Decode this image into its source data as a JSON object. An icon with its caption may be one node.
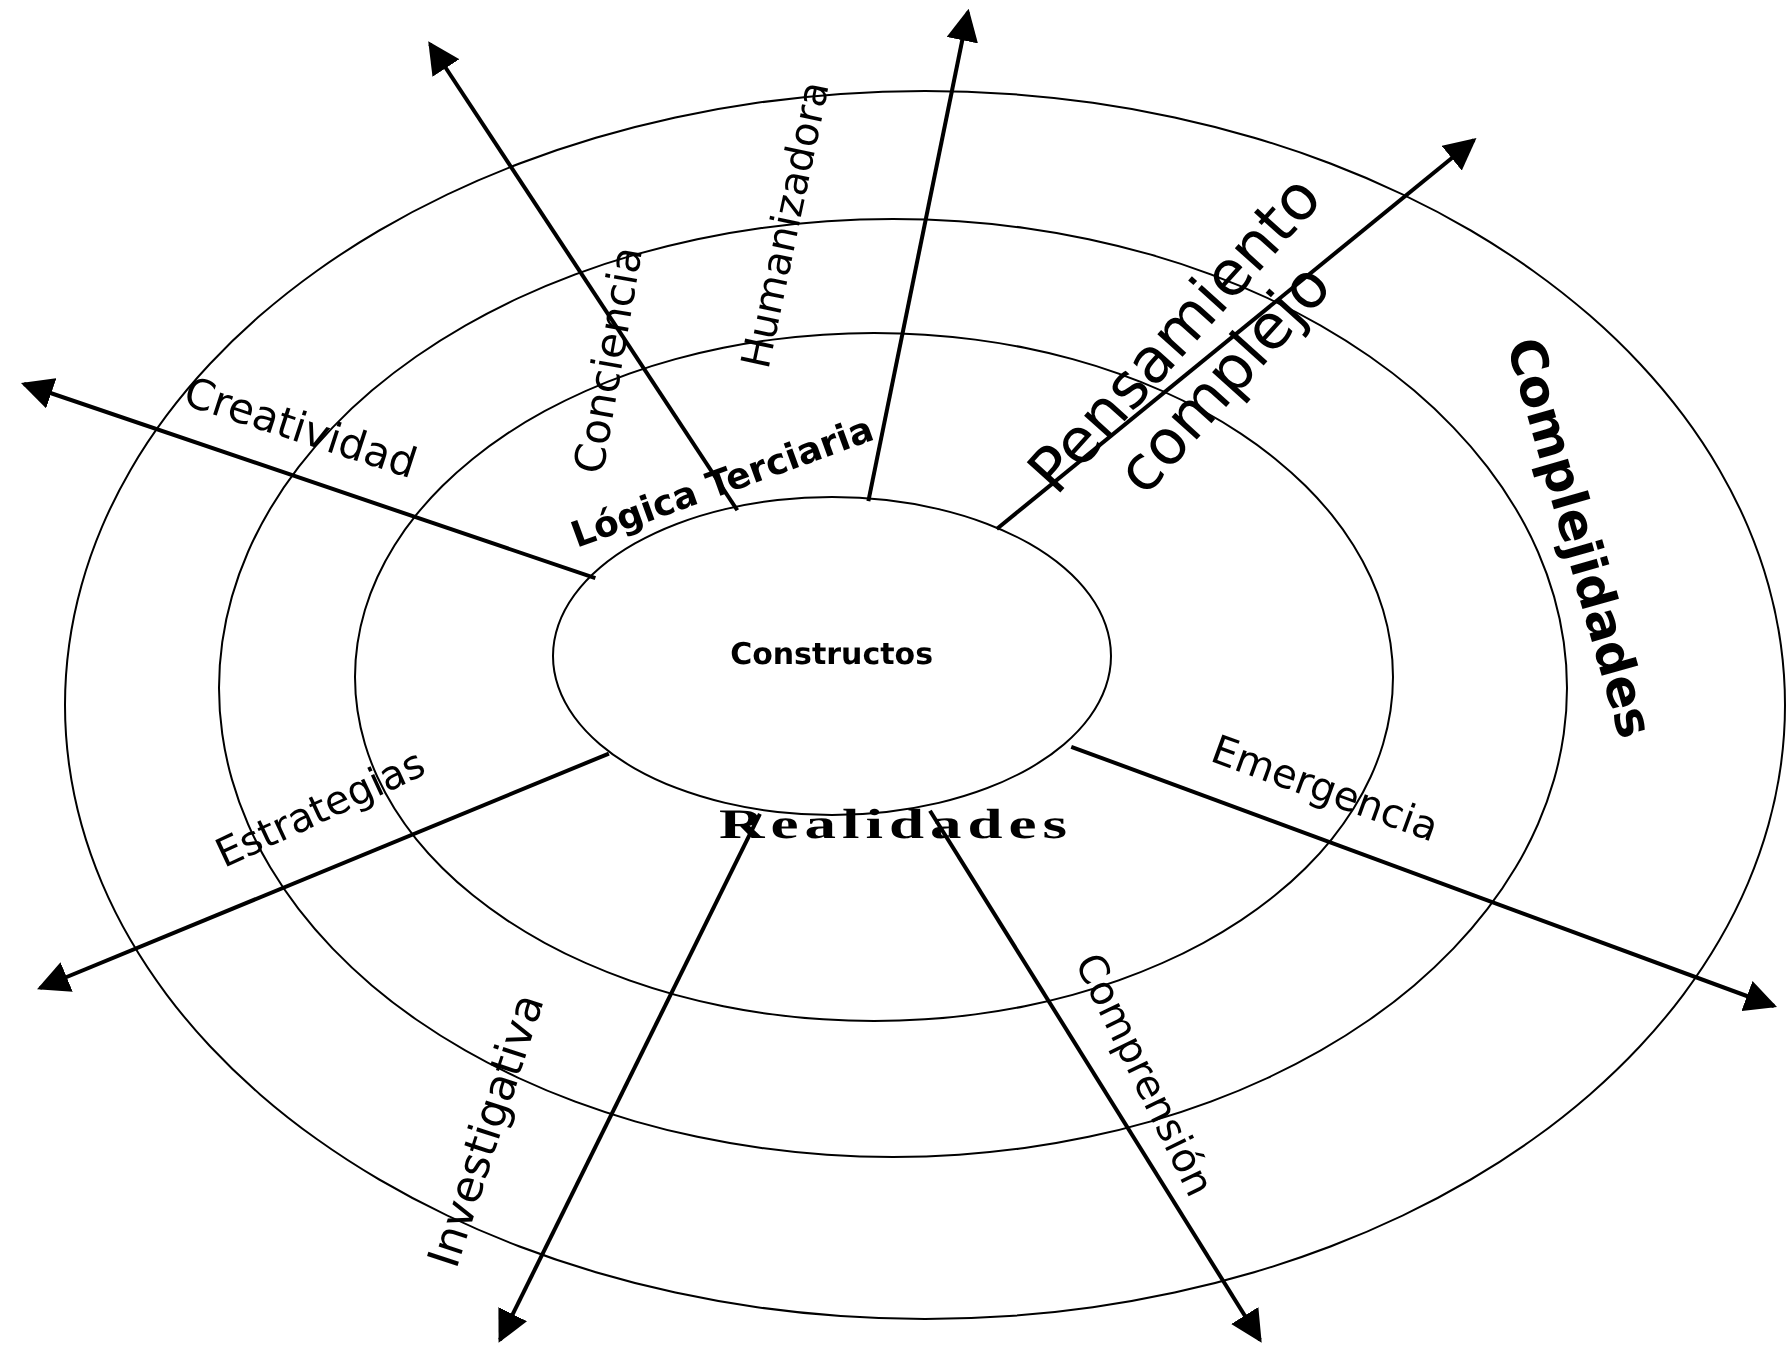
{
  "diagram": {
    "nodes": [
      {
        "text": [
          "Complejidades"
        ]
      },
      {
        "text": [],
        "shape": "ellipse",
        "in": 0
      },
      {
        "text": [
          "Lógica Terciaria",
          "Realidades"
        ],
        "in": 1
      },
      {
        "text": [
          "Constructos"
        ],
        "in": 2
      }
    ],
    "edges": [
      {
        "from": 3,
        "to": null,
        "arrow": "to",
        "label": "Creatividad"
      },
      {
        "from": 3,
        "to": null,
        "arrow": "to",
        "label": "Conciencia"
      },
      {
        "from": 3,
        "to": null,
        "arrow": "to",
        "label": "Humanizadora"
      },
      {
        "from": 3,
        "to": null,
        "arrow": "to",
        "label": "Pensamiento complejo"
      },
      {
        "from": 3,
        "to": null,
        "arrow": "to",
        "label": "Emergencia"
      },
      {
        "from": 3,
        "to": null,
        "arrow": "to",
        "label": "Comprensión"
      },
      {
        "from": 3,
        "to": null,
        "arrow": "to",
        "label": "Investigativa"
      },
      {
        "from": 3,
        "to": null,
        "arrow": "to",
        "label": "Estrategias"
      }
    ]
  }
}
